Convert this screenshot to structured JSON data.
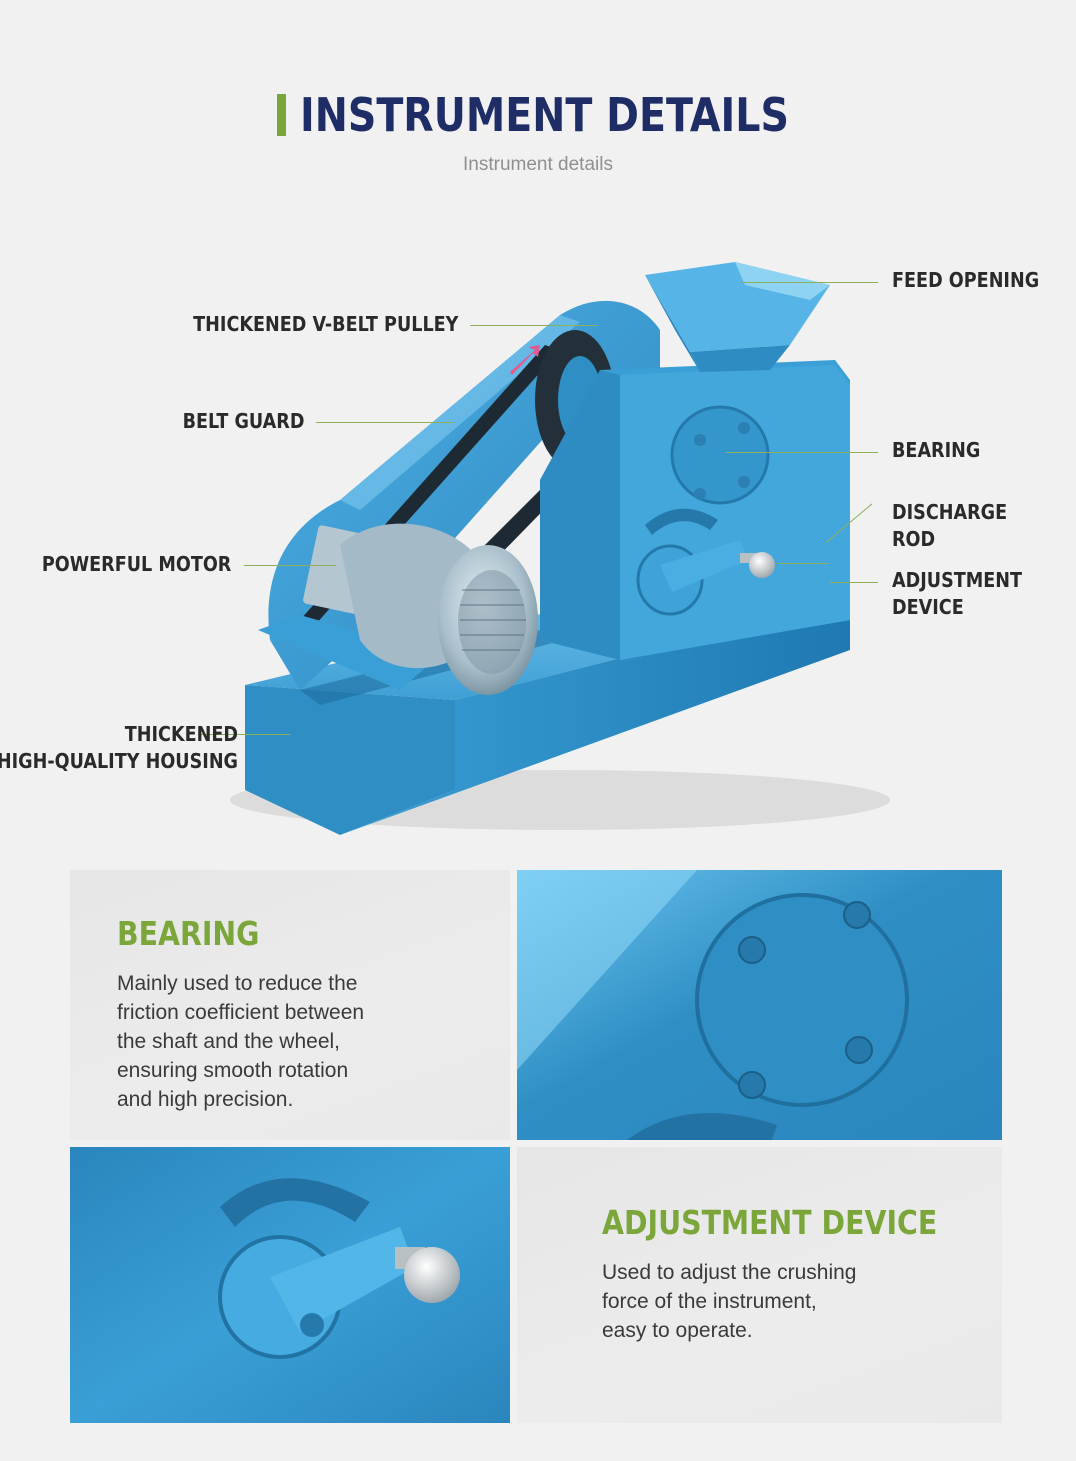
{
  "header": {
    "title": "INSTRUMENT DETAILS",
    "subtitle": "Instrument details"
  },
  "callouts": {
    "feed_opening": "FEED OPENING",
    "v_belt_pulley": "THICKENED V-BELT PULLEY",
    "belt_guard": "BELT GUARD",
    "bearing": "BEARING",
    "discharge_rod_line1": "DISCHARGE",
    "discharge_rod_line2": "ROD",
    "powerful_motor": "POWERFUL MOTOR",
    "adjustment_line1": "ADJUSTMENT",
    "adjustment_line2": "DEVICE",
    "housing_line1": "THICKENED",
    "housing_line2": "HIGH-QUALITY HOUSING"
  },
  "details": {
    "bearing": {
      "title": "BEARING",
      "lines": [
        "Mainly used to reduce the",
        "friction coefficient between",
        "the shaft and the wheel,",
        "ensuring smooth rotation",
        "and high precision."
      ]
    },
    "adjustment": {
      "title": "ADJUSTMENT DEVICE",
      "lines": [
        "Used to adjust the crushing",
        "force of the instrument,",
        "easy to operate."
      ]
    }
  },
  "colors": {
    "accent_green": "#7ba63a",
    "title_navy": "#1f2d66",
    "machine_blue": "#2f8fc4"
  }
}
